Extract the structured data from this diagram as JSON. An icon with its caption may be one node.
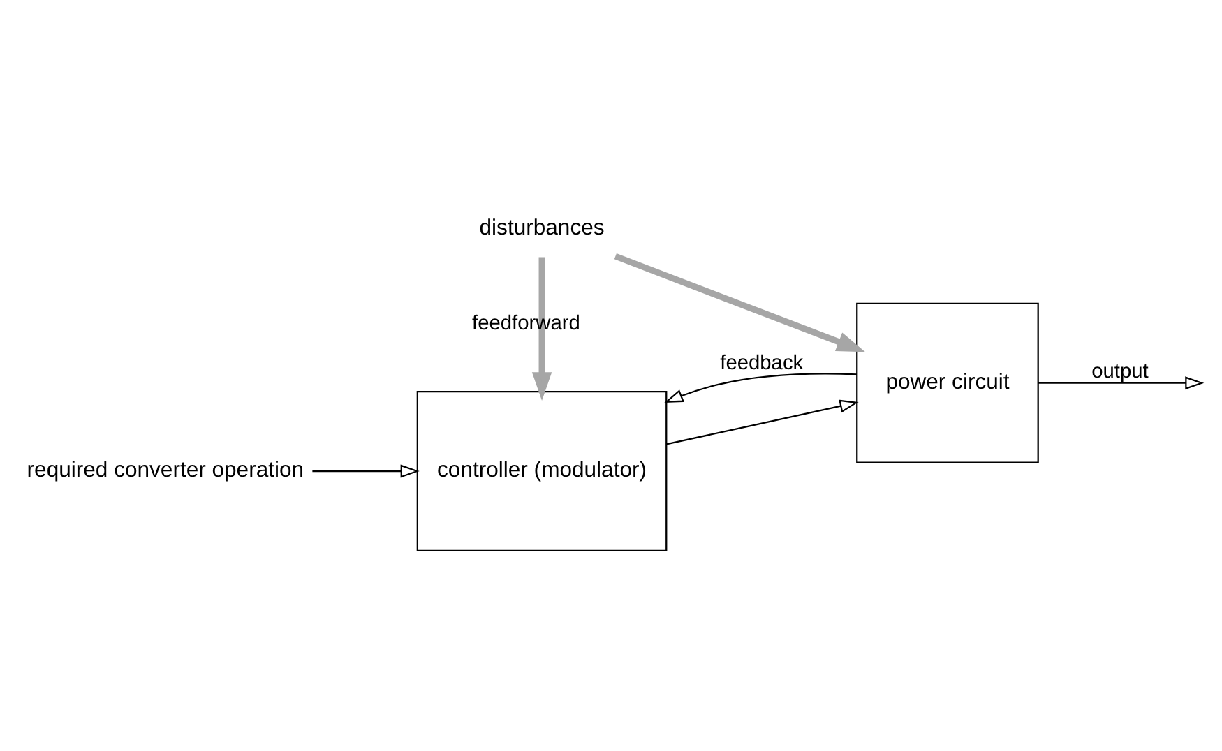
{
  "diagram": {
    "nodes": [
      {
        "text": [
          "required converter operation"
        ]
      },
      {
        "text": [
          "controller (modulator)"
        ]
      },
      {
        "text": [
          "power circuit"
        ]
      },
      {
        "text": [
          "disturbances"
        ]
      }
    ],
    "edges": [
      {
        "from": 0,
        "to": 1,
        "arrow": "to"
      },
      {
        "from": 1,
        "to": 2,
        "arrow": "to"
      },
      {
        "from": 2,
        "to": null,
        "arrow": "to",
        "label": "output"
      },
      {
        "from": 2,
        "to": 1,
        "arrow": "to",
        "label": "feedback"
      },
      {
        "from": 3,
        "to": 2,
        "arrow": "to",
        "style": "thick",
        "color": "#a6a6a6"
      },
      {
        "from": 3,
        "to": 1,
        "arrow": "to",
        "label": "feedforward",
        "style": "thick",
        "color": "#a6a6a6"
      }
    ]
  }
}
